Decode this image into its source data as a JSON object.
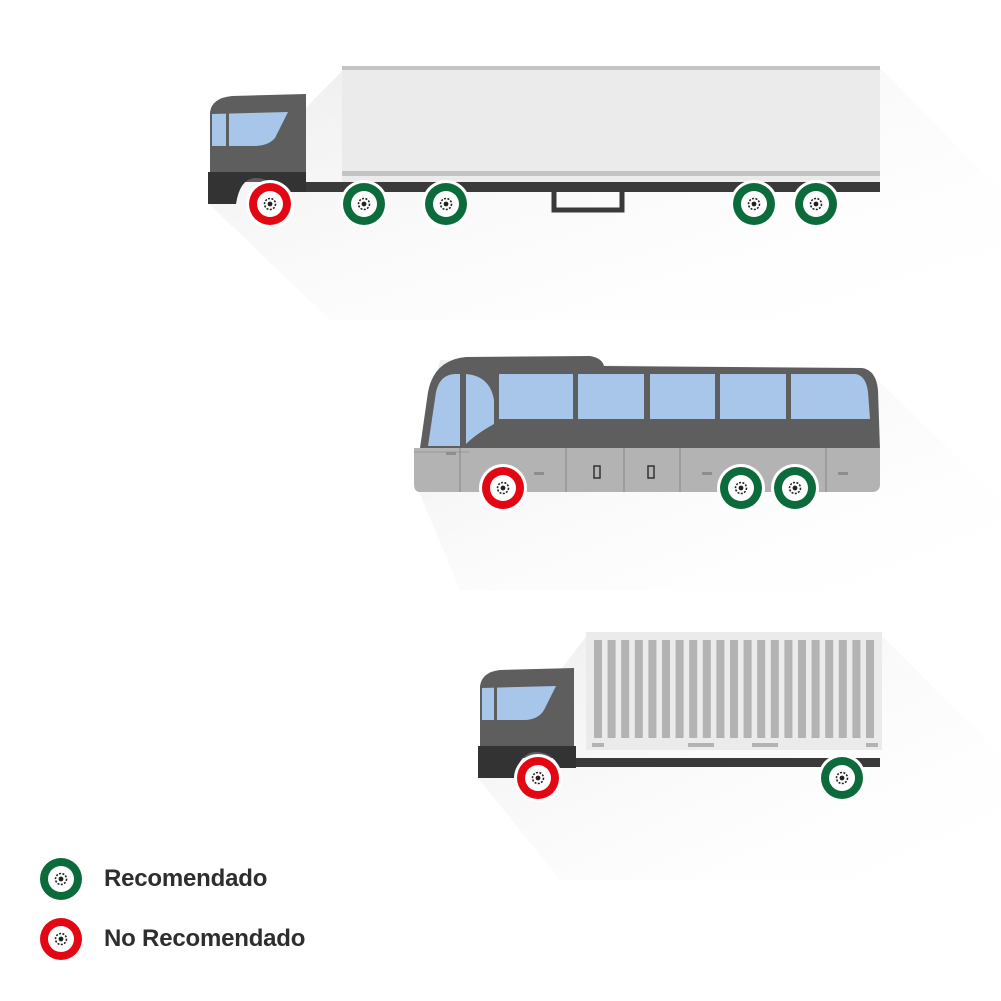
{
  "colors": {
    "recommended": "#0b6b3a",
    "not_recommended": "#e30613",
    "cab": "#5e5e5e",
    "cab_dark": "#333333",
    "window": "#a8c6ea",
    "trailer": "#e8e8e8",
    "bus_body": "#b3b3b3",
    "shadow": "#f1f1f1"
  },
  "vehicles": [
    {
      "type": "semi-trailer-truck",
      "wheels": [
        {
          "status": "not_recommended",
          "icon": "tire-icon"
        },
        {
          "status": "recommended",
          "icon": "tire-icon"
        },
        {
          "status": "recommended",
          "icon": "tire-icon"
        },
        {
          "status": "recommended",
          "icon": "tire-icon"
        },
        {
          "status": "recommended",
          "icon": "tire-icon"
        }
      ]
    },
    {
      "type": "coach-bus",
      "wheels": [
        {
          "status": "not_recommended",
          "icon": "tire-icon"
        },
        {
          "status": "recommended",
          "icon": "tire-icon"
        },
        {
          "status": "recommended",
          "icon": "tire-icon"
        }
      ]
    },
    {
      "type": "container-truck",
      "wheels": [
        {
          "status": "not_recommended",
          "icon": "tire-icon"
        },
        {
          "status": "recommended",
          "icon": "tire-icon"
        }
      ]
    }
  ],
  "legend": {
    "recommended_label": "Recomendado",
    "not_recommended_label": "No Recomendado"
  }
}
